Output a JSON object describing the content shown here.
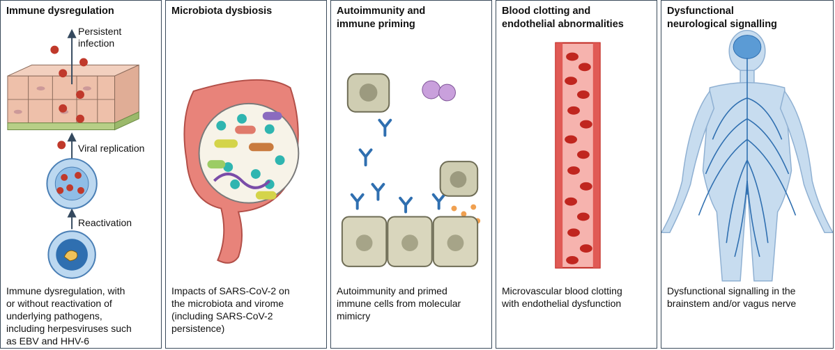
{
  "panels": [
    {
      "title": "Immune dysregulation",
      "caption": "Immune dysregulation, with\nor without reactivation of\nunderlying pathogens,\nincluding herpesviruses such\nas EBV and HHV-6",
      "labels": {
        "persistent": "Persistent\ninfection",
        "replication": "Viral replication",
        "reactivation": "Reactivation"
      }
    },
    {
      "title": "Microbiota dysbiosis",
      "caption": "Impacts of SARS-CoV-2 on\nthe microbiota and virome\n(including SARS-CoV-2\npersistence)"
    },
    {
      "title": "Autoimmunity and\nimmune priming",
      "caption": "Autoimmunity and primed\nimmune cells from molecular\nmimicry"
    },
    {
      "title": "Blood clotting and\nendothelial abnormalities",
      "caption": "Microvascular blood clotting\nwith endothelial dysfunction"
    },
    {
      "title": "Dysfunctional\nneurological signalling",
      "caption": "Dysfunctional signalling in the\nbrainstem and/or vagus nerve"
    }
  ],
  "colors": {
    "border": "#3a4a5a",
    "virus": "#c0392b",
    "intestine": "#e8837a",
    "vessel": "#e05a55",
    "rbc": "#c0261f",
    "cell": "#cfcdb2",
    "nerve": "#2f6fb0",
    "body": "#c7dcef"
  }
}
